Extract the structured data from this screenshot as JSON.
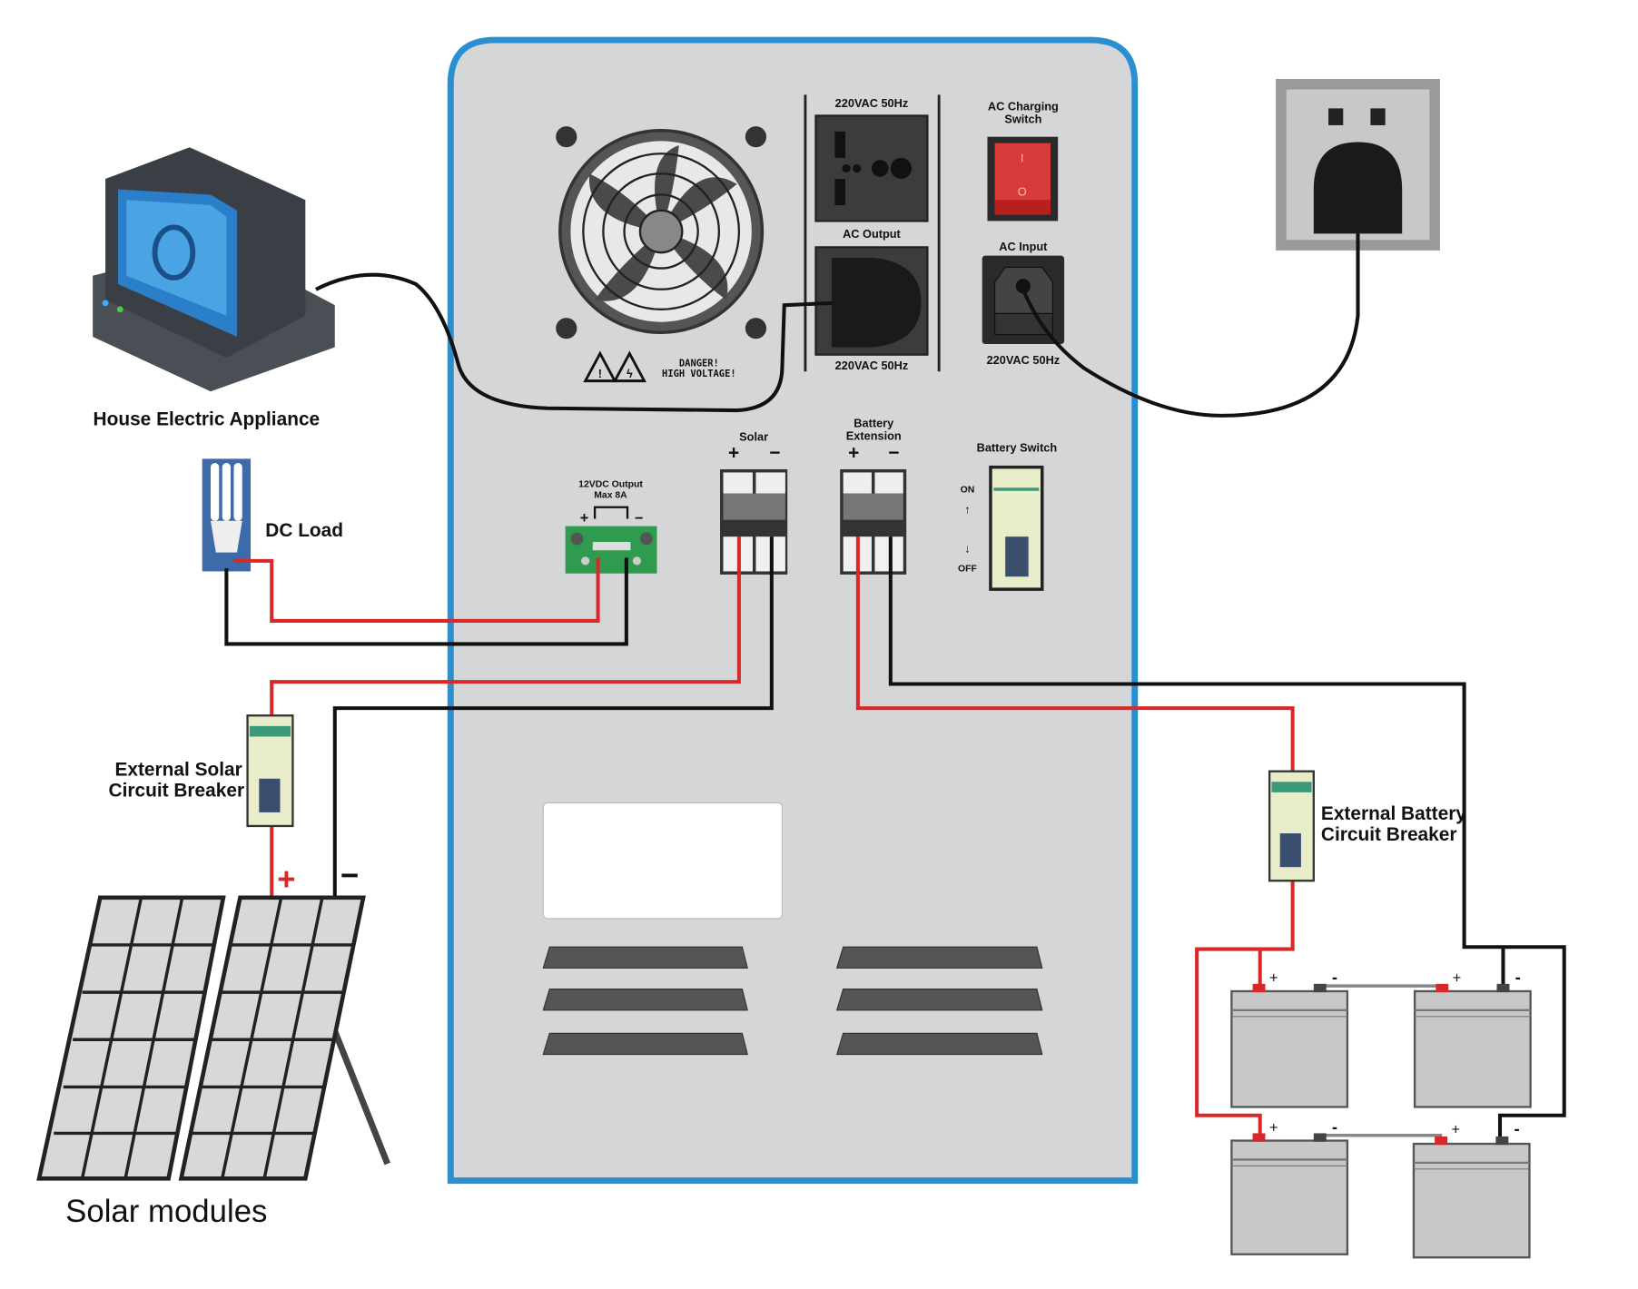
{
  "inverter": {
    "ac_output_top_rating": "220VAC 50Hz",
    "ac_output_label": "AC Output",
    "ac_output_bottom_rating": "220VAC 50Hz",
    "ac_charging_switch_line1": "AC Charging",
    "ac_charging_switch_line2": "Switch",
    "switch_on_mark": "I",
    "switch_off_mark": "O",
    "ac_input_label": "AC Input",
    "ac_input_rating": "220VAC 50Hz",
    "warning_line1": "DANGER!",
    "warning_line2": "HIGH VOLTAGE!",
    "dc_output_line1": "12VDC Output",
    "dc_output_line2": "Max 8A",
    "solar_label": "Solar",
    "battery_ext_line1": "Battery",
    "battery_ext_line2": "Extension",
    "plus": "+",
    "minus": "−",
    "battery_switch_label": "Battery Switch",
    "on_label": "ON",
    "off_label": "OFF"
  },
  "labels": {
    "appliance": "House Electric Appliance",
    "dc_load": "DC Load",
    "solar_breaker_line1": "External Solar",
    "solar_breaker_line2": "Circuit Breaker",
    "battery_breaker_line1": "External Battery",
    "battery_breaker_line2": "Circuit Breaker",
    "solar_modules": "Solar modules",
    "battery_plus": "+",
    "battery_minus": "-"
  },
  "colors": {
    "cabinet_border": "#2a8fd0",
    "cabinet_fill": "#d5d6d8",
    "positive_wire": "#d8282a",
    "negative_wire": "#111111",
    "dc_terminal": "#2e9b4f",
    "ac_switch": "#d83a3a"
  }
}
